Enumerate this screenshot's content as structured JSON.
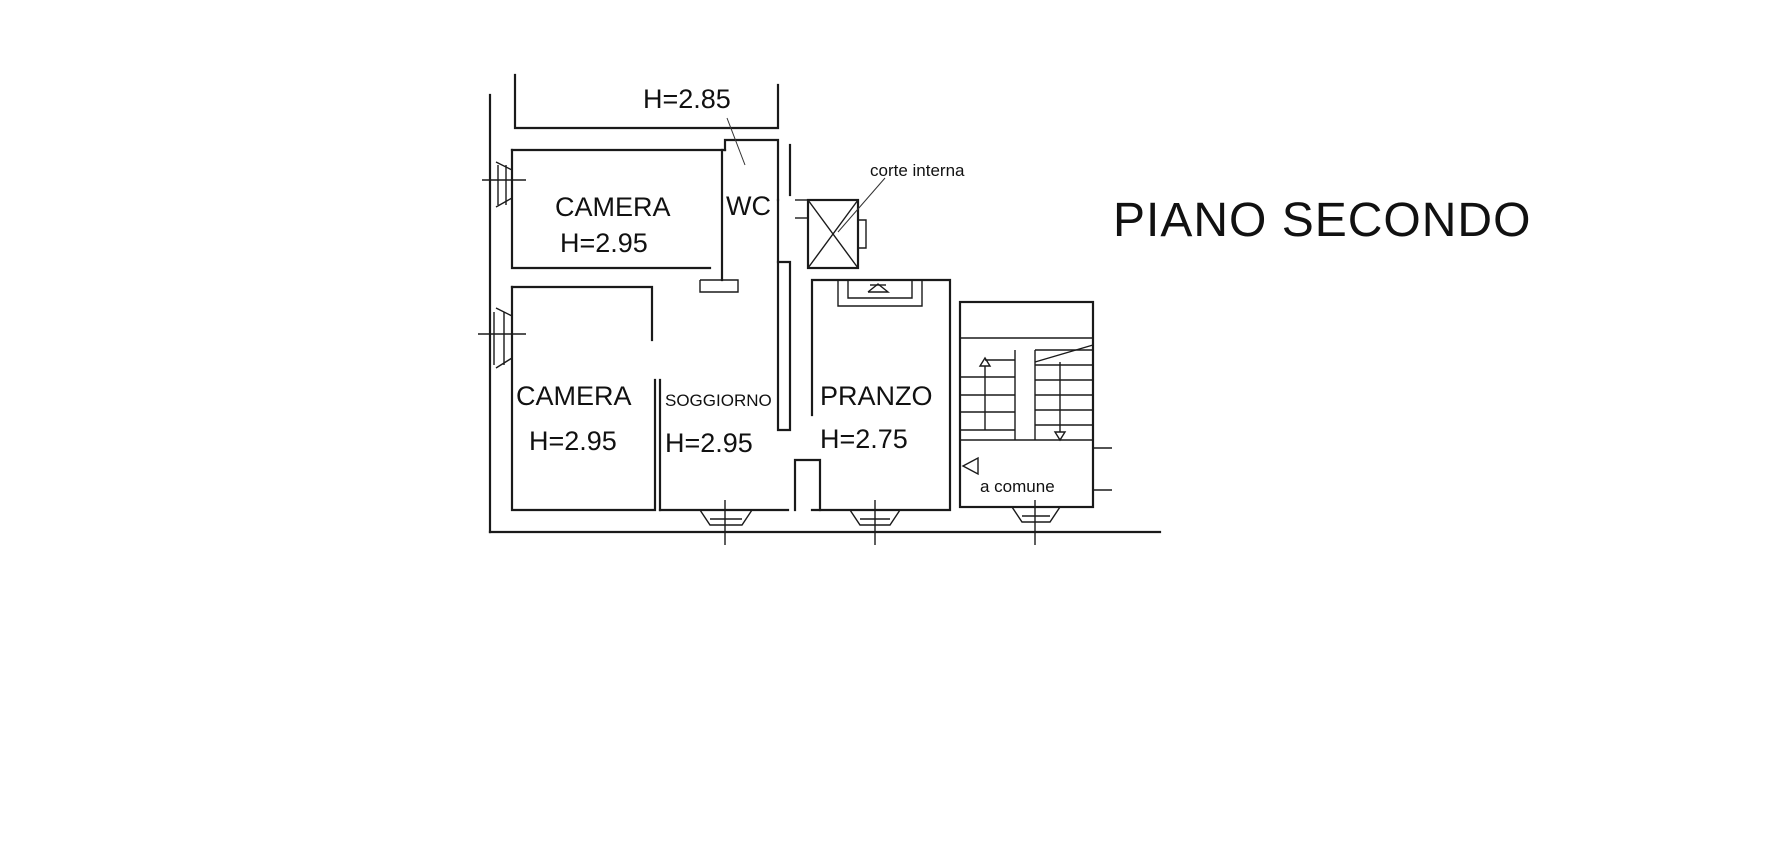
{
  "title": "PIANO SECONDO",
  "rooms": {
    "wc_height": "H=2.85",
    "wc": "WC",
    "corte": "corte interna",
    "camera1": "CAMERA",
    "camera1_height": "H=2.95",
    "camera2": "CAMERA",
    "camera2_height": "H=2.95",
    "soggiorno": "SOGGIORNO",
    "soggiorno_height": "H=2.95",
    "pranzo": "PRANZO",
    "pranzo_height": "H=2.75",
    "comune": "a comune"
  }
}
